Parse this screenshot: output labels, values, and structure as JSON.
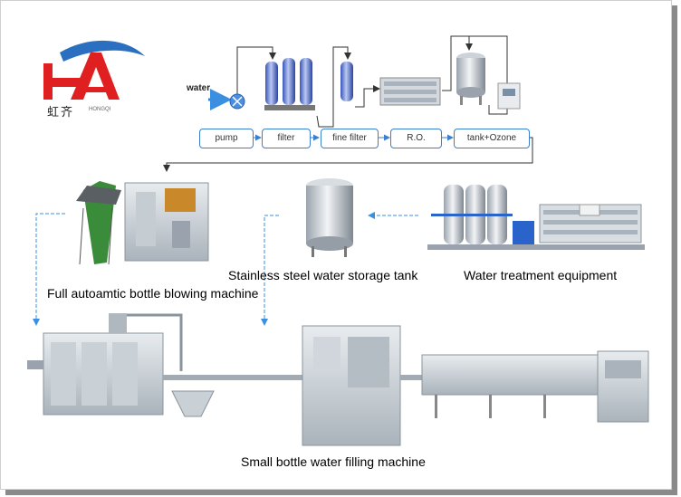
{
  "logo": {
    "chinese": "虹齐",
    "subtext": "HONGQI",
    "colors": {
      "red": "#e02020",
      "blue": "#2a6fc0"
    }
  },
  "process": {
    "source_label": "water",
    "steps": [
      "pump",
      "filter",
      "fine filter",
      "R.O.",
      "tank+Ozone"
    ]
  },
  "labels": {
    "blowing": "Full autoamtic bottle blowing machine",
    "storage": "Stainless steel water storage tank",
    "treatment": "Water treatment equipment",
    "filling": "Small bottle water filling machine"
  },
  "colors": {
    "line": "#333333",
    "flow_arrow": "#3a8fe0",
    "box_border": "#3a7fd0"
  }
}
